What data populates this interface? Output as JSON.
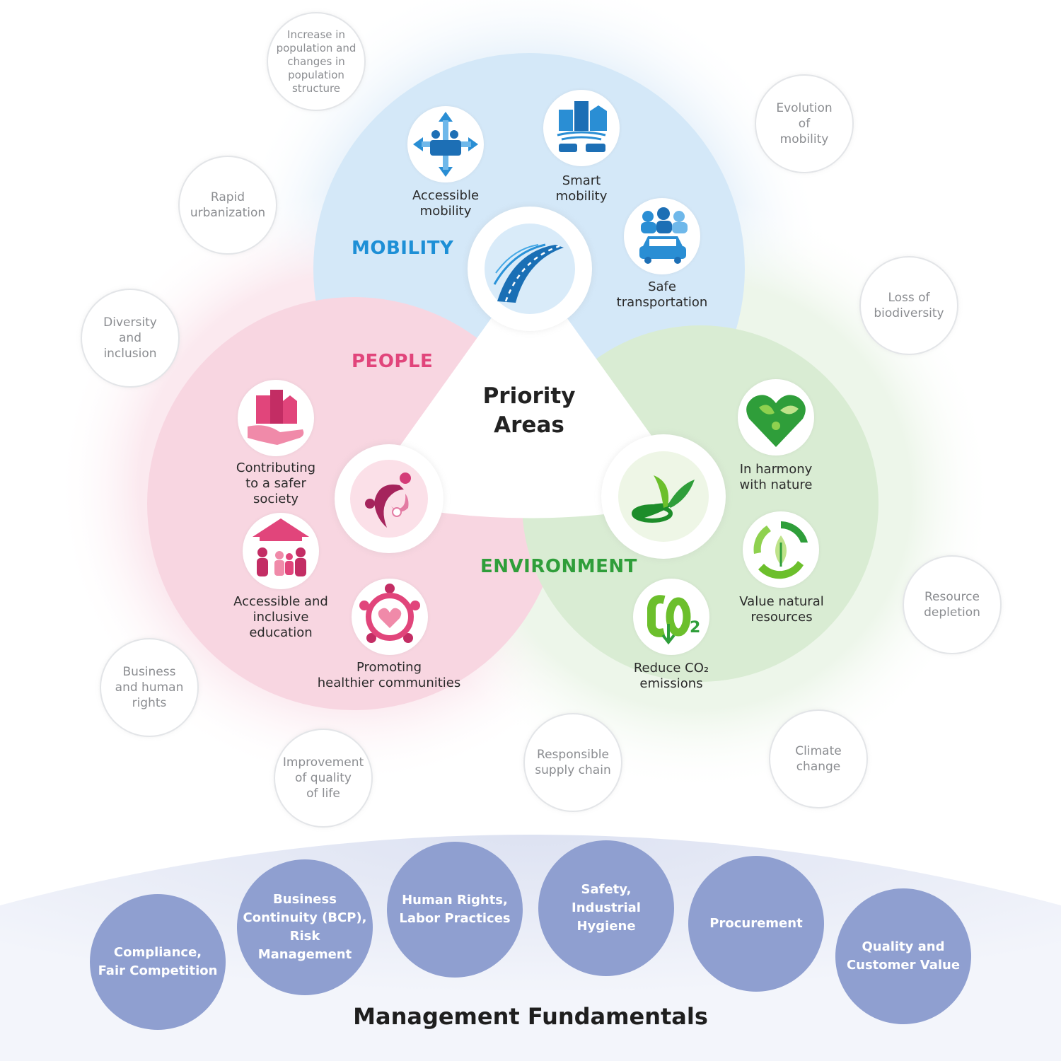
{
  "center": {
    "title": "Priority\nAreas"
  },
  "areas": {
    "mobility": {
      "title": "MOBILITY",
      "color": "#1d8fd6",
      "items": [
        {
          "label": "Accessible\nmobility",
          "icon": "arrows-people-icon"
        },
        {
          "label": "Smart\nmobility",
          "icon": "smart-city-icon"
        },
        {
          "label": "Safe\ntransportation",
          "icon": "car-family-icon"
        }
      ]
    },
    "people": {
      "title": "PEOPLE",
      "color": "#e1457b",
      "items": [
        {
          "label": "Contributing\nto a safer\nsociety",
          "icon": "hand-houses-icon"
        },
        {
          "label": "Accessible and\ninclusive\neducation",
          "icon": "school-family-icon"
        },
        {
          "label": "Promoting\nhealthier communities",
          "icon": "community-heart-icon"
        }
      ]
    },
    "environment": {
      "title": "ENVIRONMENT",
      "color": "#2f9e3a",
      "items": [
        {
          "label": "In harmony\nwith nature",
          "icon": "heart-nature-icon"
        },
        {
          "label": "Value natural\nresources",
          "icon": "recycle-leaf-icon"
        },
        {
          "label": "Reduce CO₂\nemissions",
          "icon": "co2-icon"
        }
      ]
    }
  },
  "issues": [
    "Increase in\npopulation and\nchanges in\npopulation\nstructure",
    "Evolution\nof\nmobility",
    "Rapid\nurbanization",
    "Loss of\nbiodiversity",
    "Diversity\nand\ninclusion",
    "Resource\ndepletion",
    "Business\nand human\nrights",
    "Climate\nchange",
    "Improvement\nof quality\nof life",
    "Responsible\nsupply chain"
  ],
  "fundamentals": {
    "title": "Management Fundamentals",
    "items": [
      "Compliance,\nFair Competition",
      "Business\nContinuity (BCP),\nRisk\nManagement",
      "Human Rights,\nLabor Practices",
      "Safety,\nIndustrial\nHygiene",
      "Procurement",
      "Quality and\nCustomer Value"
    ]
  },
  "colors": {
    "mobility_fill": "#d4e8f8",
    "people_fill": "#f8d6e1",
    "environment_fill": "#d9ecd3",
    "fundamental_fill": "#8f9fd0"
  }
}
